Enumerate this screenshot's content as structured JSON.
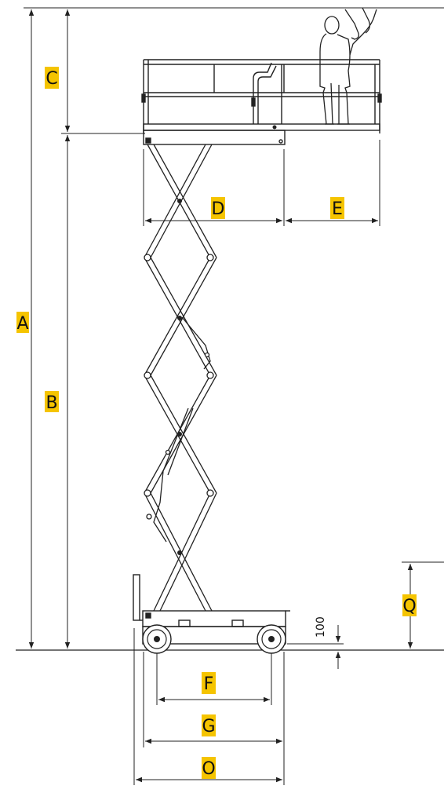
{
  "colors": {
    "line": "#222222",
    "label_bg": "#f5c400",
    "label_text": "#111111",
    "background": "#ffffff"
  },
  "labels": {
    "a": "A",
    "b": "B",
    "c": "C",
    "d": "D",
    "e": "E",
    "f": "F",
    "g": "G",
    "o": "O",
    "q": "Q"
  },
  "ground_clearance": "100"
}
